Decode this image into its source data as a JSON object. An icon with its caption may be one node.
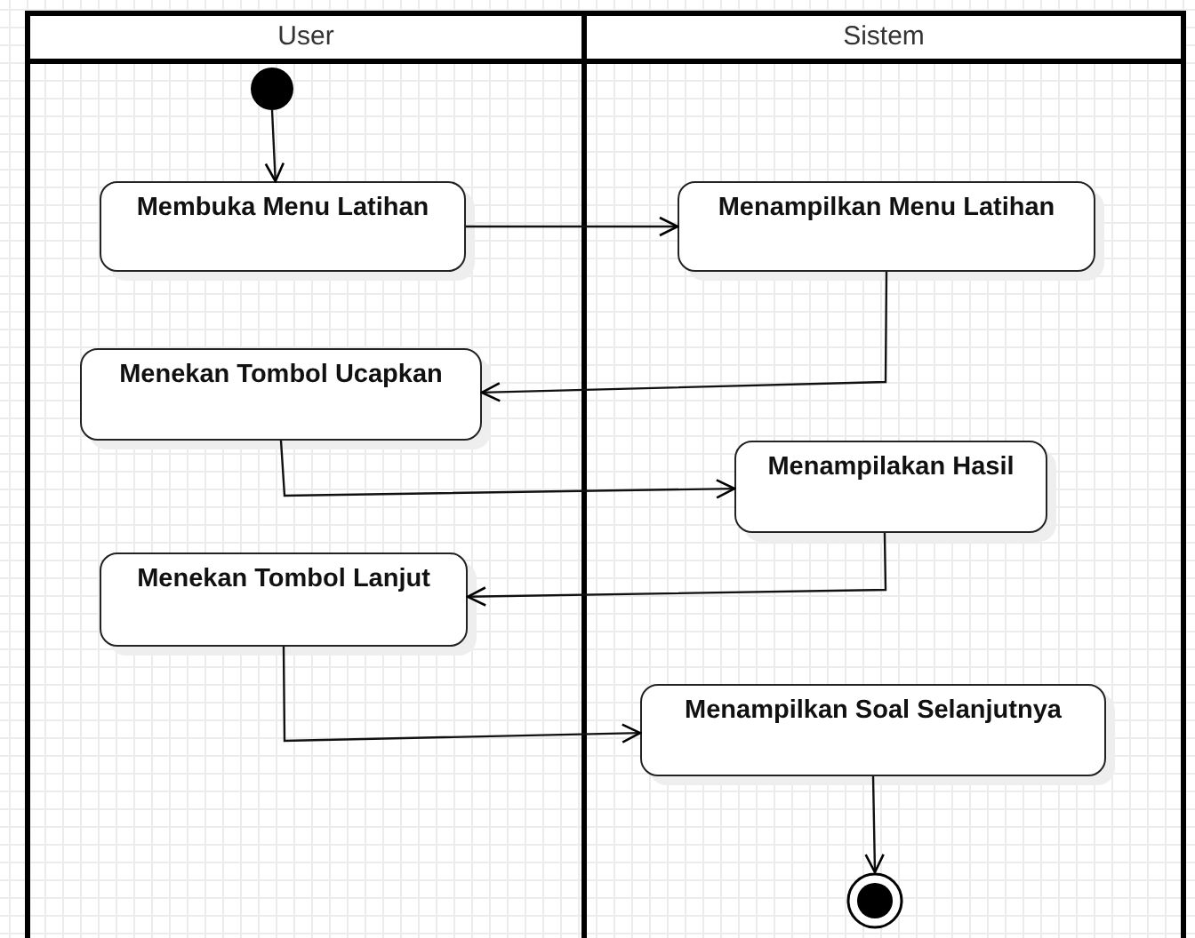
{
  "diagram": {
    "nodes": [
      {
        "text": [
          "User"
        ]
      },
      {
        "text": [
          "Sistem"
        ]
      },
      {
        "text": [],
        "shape": "circle",
        "in": 0
      },
      {
        "text": [
          "Membuka Menu Latihan"
        ],
        "in": 0
      },
      {
        "text": [
          "Menampilkan Menu Latihan"
        ],
        "in": 1
      },
      {
        "text": [
          "Menekan Tombol Ucapkan"
        ],
        "in": 0
      },
      {
        "text": [
          "Menampilakan Hasil"
        ],
        "in": 1
      },
      {
        "text": [
          "Menekan Tombol Lanjut"
        ],
        "in": 0
      },
      {
        "text": [
          "Menampilkan Soal Selanjutnya"
        ],
        "in": 1
      },
      {
        "text": [],
        "shape": "circle",
        "in": 1
      }
    ],
    "edges": [
      {
        "from": 2,
        "to": 3,
        "arrow": "to"
      },
      {
        "from": 3,
        "to": 4,
        "arrow": "to"
      },
      {
        "from": 4,
        "to": 5,
        "arrow": "to"
      },
      {
        "from": 5,
        "to": 6,
        "arrow": "to"
      },
      {
        "from": 6,
        "to": 7,
        "arrow": "to"
      },
      {
        "from": 7,
        "to": 8,
        "arrow": "to"
      },
      {
        "from": 8,
        "to": 9,
        "arrow": "to"
      }
    ]
  }
}
